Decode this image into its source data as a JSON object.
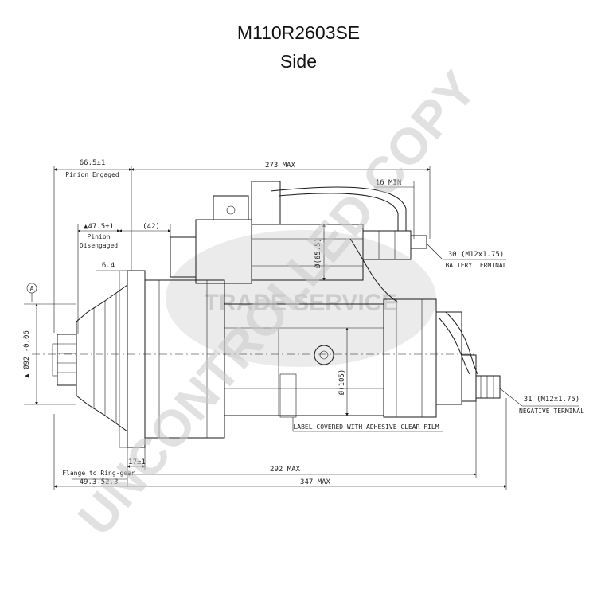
{
  "header": {
    "part_number": "M110R2603SE",
    "view": "Side"
  },
  "watermark": {
    "diagonal": "UNCONTROLLED COPY",
    "logo": "TRADE SERVICE"
  },
  "dimensions": {
    "pinion_engaged_value": "66.5±1",
    "pinion_engaged_label": "Pinion Engaged",
    "max_273": "273 MAX",
    "min_16": "16 MIN",
    "pinion_disengaged_value": "▲47.5±1",
    "pinion_disengaged_label_1": "Pinion",
    "pinion_disengaged_label_2": "Disengaged",
    "ref_42": "(42)",
    "dim_6_4": "6.4",
    "dia_65_5": "Ø(65.5)",
    "dia_92": "▲ Ø92 -0.06",
    "dia_105": "Ø(105)",
    "dim_17": "17±1",
    "flange_label": "Flange to Ring-gear",
    "flange_value": "49.3-52.3",
    "max_292": "292 MAX",
    "max_347": "347 MAX",
    "datum": "A"
  },
  "callouts": {
    "battery_value": "30 (M12x1.75)",
    "battery_label": "BATTERY TERMINAL",
    "negative_value": "31 (M12x1.75)",
    "negative_label": "NEGATIVE TERMINAL",
    "label_note": "LABEL COVERED WITH ADHESIVE CLEAR FILM"
  }
}
